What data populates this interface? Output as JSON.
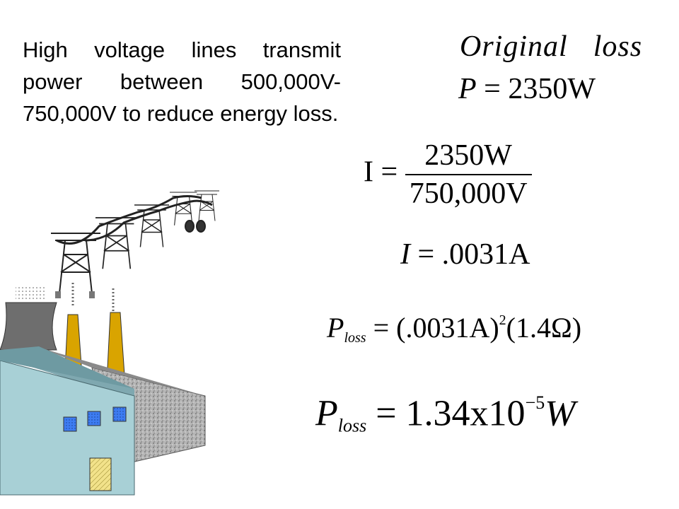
{
  "intro": {
    "text": "High voltage lines transmit power between 500,000V-750,000V to reduce energy loss."
  },
  "equations": {
    "original_loss": {
      "word1": "Original",
      "word2": "loss"
    },
    "power": {
      "symbol": "P",
      "rhs": "= 2350W"
    },
    "current_fraction": {
      "lhs": "I =",
      "numerator": "2350W",
      "denominator": "750,000V"
    },
    "current_value": {
      "lhs": "I",
      "rhs": "= .0031A"
    },
    "ploss_formula": {
      "symbol": "P",
      "subscript": "loss",
      "rhs_base": "= (.0031A)",
      "exponent": "2",
      "rhs_tail": "(1.4Ω)"
    },
    "ploss_result": {
      "symbol": "P",
      "subscript": "loss",
      "rhs_base": "= 1.34x10",
      "exponent": "−5",
      "unit": "W"
    }
  },
  "colors": {
    "building_face": "#a8d0d6",
    "building_side": "#7fa8b0",
    "window": "#3d7cf2",
    "door": "#f2e28a",
    "chimney": "#d9a400",
    "cooling_tower": "#6e6e6e",
    "ground": "#9a9a9a"
  },
  "icons": {
    "scene": "power-plant-illustration",
    "tower": "transmission-tower-icon"
  }
}
